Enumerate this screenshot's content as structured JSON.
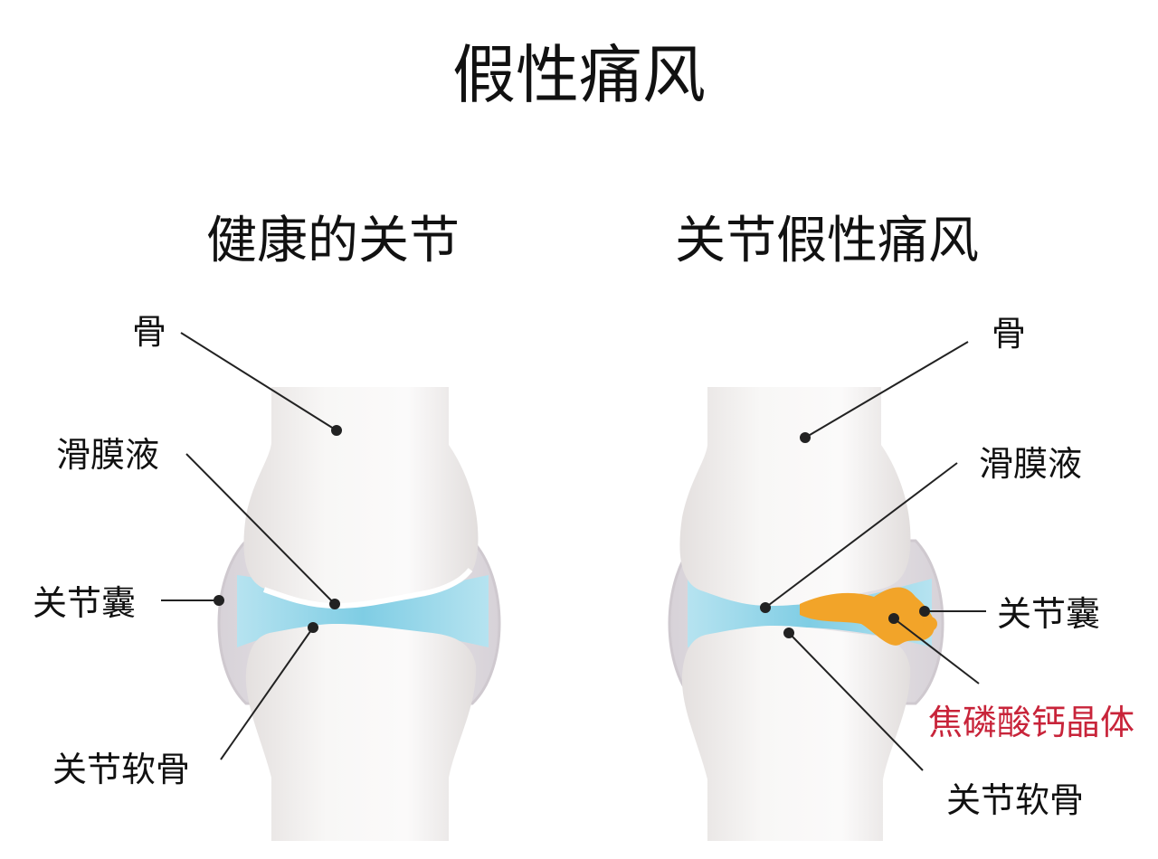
{
  "title": "假性痛风",
  "left": {
    "subtitle": "健康的关节",
    "labels": {
      "bone": "骨",
      "synovial_fluid": "滑膜液",
      "capsule": "关节囊",
      "cartilage": "关节软骨"
    }
  },
  "right": {
    "subtitle": "关节假性痛风",
    "labels": {
      "bone": "骨",
      "synovial_fluid": "滑膜液",
      "capsule": "关节囊",
      "crystals": "焦磷酸钙晶体",
      "cartilage": "关节软骨"
    }
  },
  "colors": {
    "bone": "#f5f3f2",
    "synovial_fluid": "#a9dcec",
    "capsule": "#e2dde2",
    "crystals": "#f2a429",
    "crystal_label": "#c8243a"
  }
}
